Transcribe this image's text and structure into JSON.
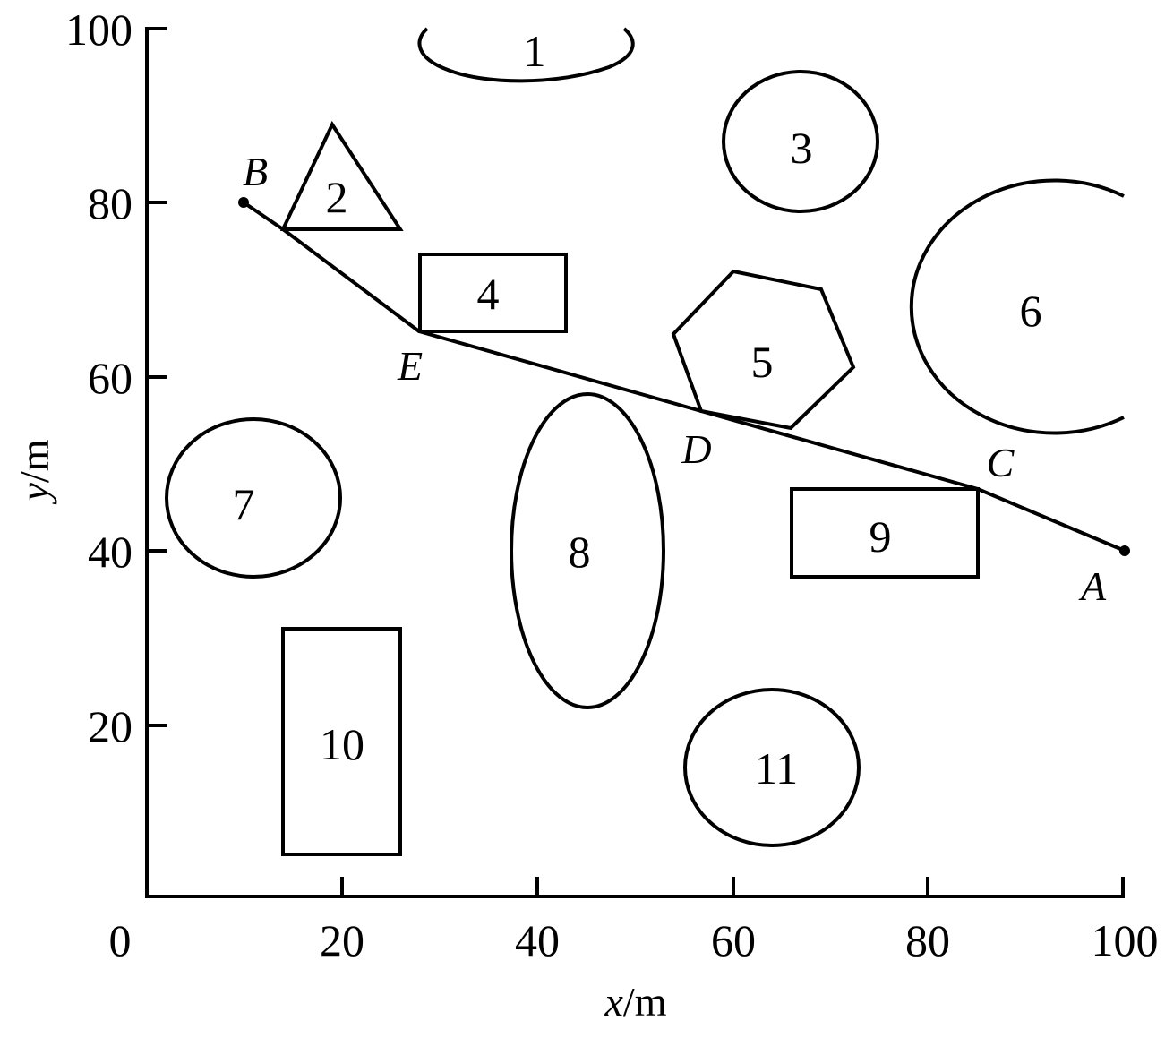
{
  "figure": {
    "axes": {
      "x_title_var": "x",
      "x_title_unit": "/m",
      "y_title_var": "y",
      "y_title_unit": "/m",
      "x_ticks": [
        "0",
        "20",
        "40",
        "60",
        "80",
        "100"
      ],
      "y_ticks": [
        "20",
        "40",
        "60",
        "80",
        "100"
      ]
    },
    "obstacles": [
      {
        "id": "1",
        "label": "1",
        "shape": "open-ellipse-arc"
      },
      {
        "id": "2",
        "label": "2",
        "shape": "triangle"
      },
      {
        "id": "3",
        "label": "3",
        "shape": "ellipse"
      },
      {
        "id": "4",
        "label": "4",
        "shape": "rectangle"
      },
      {
        "id": "5",
        "label": "5",
        "shape": "hexagon"
      },
      {
        "id": "6",
        "label": "6",
        "shape": "open-ellipse-arc"
      },
      {
        "id": "7",
        "label": "7",
        "shape": "ellipse"
      },
      {
        "id": "8",
        "label": "8",
        "shape": "ellipse"
      },
      {
        "id": "9",
        "label": "9",
        "shape": "rectangle"
      },
      {
        "id": "10",
        "label": "10",
        "shape": "rectangle"
      },
      {
        "id": "11",
        "label": "11",
        "shape": "ellipse"
      }
    ],
    "path_points": [
      {
        "label": "A",
        "x": 100,
        "y": 40
      },
      {
        "label": "C",
        "x": 85,
        "y": 47
      },
      {
        "label": "D",
        "x": 57,
        "y": 56
      },
      {
        "label": "E",
        "x": 28,
        "y": 65
      },
      {
        "label": "B",
        "x": 10,
        "y": 80
      }
    ]
  },
  "chart_data": {
    "type": "scatter",
    "title": "",
    "xlabel": "x/m",
    "ylabel": "y/m",
    "xlim": [
      0,
      100
    ],
    "ylim": [
      0,
      100
    ],
    "x_ticks": [
      0,
      20,
      40,
      60,
      80,
      100
    ],
    "y_ticks": [
      20,
      40,
      60,
      80,
      100
    ],
    "grid": false,
    "legend": null,
    "series": [
      {
        "name": "path A-C-D-E-B",
        "type": "line",
        "points": [
          {
            "label": "A",
            "x": 100,
            "y": 40
          },
          {
            "label": "C",
            "x": 85,
            "y": 47
          },
          {
            "label": "D",
            "x": 57,
            "y": 56
          },
          {
            "label": "E",
            "x": 28,
            "y": 65
          },
          {
            "label": "B",
            "x": 10,
            "y": 80
          }
        ]
      }
    ],
    "obstacles": [
      {
        "label": "1",
        "type": "ellipse-arc (open top)",
        "center": [
          39,
          99
        ],
        "approx_extent_x": [
          28,
          50
        ],
        "approx_extent_y": [
          94,
          100
        ]
      },
      {
        "label": "2",
        "type": "triangle",
        "vertices": [
          [
            14,
            77
          ],
          [
            19,
            89
          ],
          [
            26,
            77
          ]
        ]
      },
      {
        "label": "3",
        "type": "ellipse",
        "center": [
          67,
          87
        ],
        "rx": 8,
        "ry": 8
      },
      {
        "label": "4",
        "type": "rectangle",
        "x": [
          28,
          43
        ],
        "y": [
          65,
          74
        ]
      },
      {
        "label": "5",
        "type": "hexagon",
        "vertices": [
          [
            60,
            72
          ],
          [
            69,
            70
          ],
          [
            72,
            61
          ],
          [
            66,
            54
          ],
          [
            57,
            56
          ],
          [
            54,
            65
          ]
        ]
      },
      {
        "label": "6",
        "type": "ellipse-arc (open right)",
        "center": [
          93,
          68
        ],
        "rx": 15,
        "ry": 14
      },
      {
        "label": "7",
        "type": "ellipse",
        "center": [
          11,
          46
        ],
        "rx": 9,
        "ry": 9
      },
      {
        "label": "8",
        "type": "ellipse",
        "center": [
          45,
          40
        ],
        "rx": 8,
        "ry": 18
      },
      {
        "label": "9",
        "type": "rectangle",
        "x": [
          66,
          85
        ],
        "y": [
          37,
          47
        ]
      },
      {
        "label": "10",
        "type": "rectangle",
        "x": [
          14,
          26
        ],
        "y": [
          5,
          31
        ]
      },
      {
        "label": "11",
        "type": "ellipse",
        "center": [
          64,
          15
        ],
        "rx": 9,
        "ry": 9
      }
    ]
  }
}
